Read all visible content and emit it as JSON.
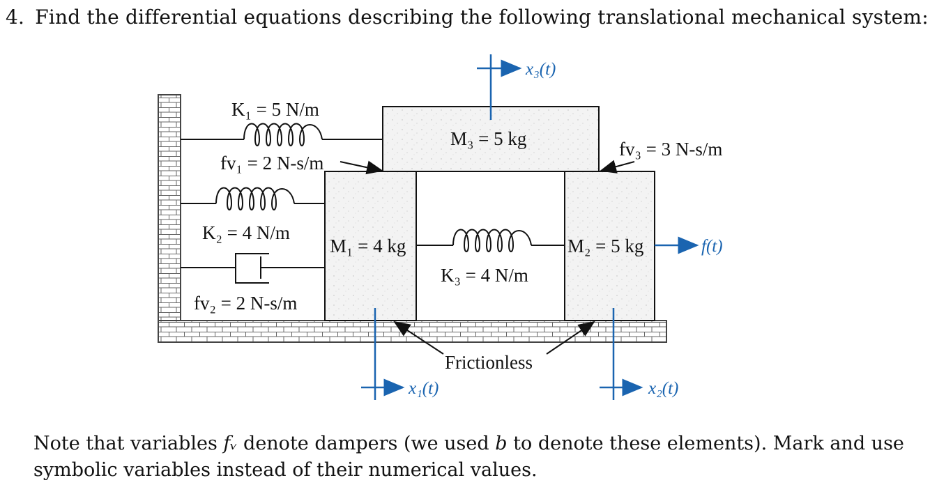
{
  "question": {
    "number": "4.",
    "text": "Find the differential equations describing the following translational mechanical system:"
  },
  "diagram": {
    "labels": {
      "k1": "K₁ = 5 N/m",
      "fv1": "fv₁ = 2 N-s/m",
      "k2": "K₂ = 4 N/m",
      "fv2": "fv₂ = 2 N-s/m",
      "m1": "M₁ = 4 kg",
      "m2": "M₂ = 5 kg",
      "m3": "M₃ = 5 kg",
      "k3": "K₃ = 4 N/m",
      "fv3": "fv₃ = 3 N-s/m",
      "frictionless": "Frictionless"
    },
    "signals": {
      "x1": "x₁(t)",
      "x2": "x₂(t)",
      "x3": "x₃(t)",
      "force": "f(t)"
    },
    "colors": {
      "signal": "#1a64b0",
      "line": "#111111",
      "mass_fill": "#f1f1f1"
    }
  },
  "note": {
    "part1": "Note that variables ",
    "symbol_fv": "fᵥ",
    "part2": " denote dampers (we used ",
    "symbol_b": "b",
    "part3": " to denote these elements). Mark and use symbolic variables instead of their numerical values."
  }
}
